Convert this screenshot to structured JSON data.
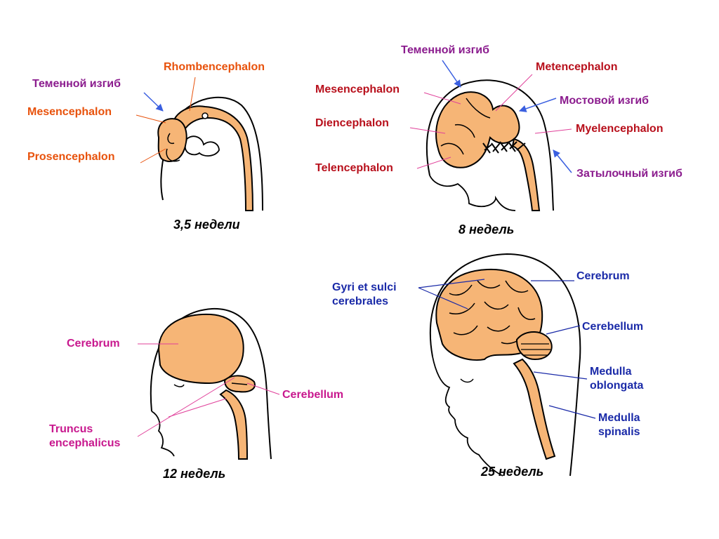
{
  "colors": {
    "orange_label": "#e8520c",
    "purple_label": "#8b1c8e",
    "magenta_label": "#c8188e",
    "blue_label": "#1a2aa8",
    "darkred_label": "#b8101c",
    "tissue": "#f6b576",
    "outline": "#000000",
    "line_magenta": "#e0409a",
    "line_blue": "#1a2aa8",
    "arrow_blue": "#3a5fe0"
  },
  "stage1": {
    "caption": "3,5 недели",
    "labels": {
      "rhombencephalon": "Rhombencephalon",
      "parietal_flexure": "Теменной изгиб",
      "mesencephalon": "Mesencephalon",
      "prosencephalon": "Prosencephalon"
    }
  },
  "stage2": {
    "caption": "8 недель",
    "labels": {
      "parietal_flexure": "Теменной изгиб",
      "metencephalon": "Metencephalon",
      "mesencephalon": "Mesencephalon",
      "pontine_flexure": "Мостовой изгиб",
      "diencephalon": "Diencephalon",
      "myelencephalon": "Myelencephalon",
      "telencephalon": "Telencephalon",
      "occipital_flexure": "Затылочный изгиб"
    }
  },
  "stage3": {
    "caption": "12 недель",
    "labels": {
      "cerebrum": "Cerebrum",
      "cerebellum": "Cerebellum",
      "truncus": "Truncus encephalicus"
    }
  },
  "stage4": {
    "caption": "25 недель",
    "labels": {
      "gyri": "Gyri et sulci cerebrales",
      "cerebrum": "Cerebrum",
      "cerebellum": "Cerebellum",
      "medulla_oblongata": "Medulla oblongata",
      "medulla_spinalis": "Medulla spinalis"
    }
  }
}
